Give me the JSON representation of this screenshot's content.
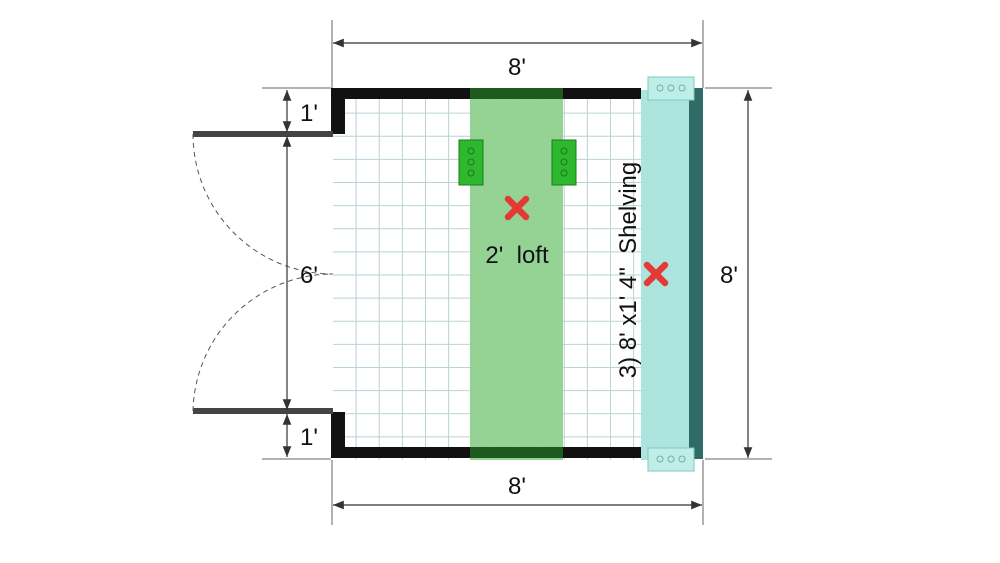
{
  "dimensions": {
    "top_width": "8'",
    "bottom_width": "8'",
    "right_height": "8'",
    "door_top_wall": "1'",
    "door_opening": "6'",
    "door_bottom_wall": "1'"
  },
  "labels": {
    "loft": "2'  loft",
    "shelving": "3) 8' x1' 4\"  Shelving"
  },
  "colors": {
    "wall": "#111111",
    "grid_line": "#b9d3d6",
    "loft_fill": "#8fd18f",
    "loft_wall": "#1e5a1e",
    "loft_bracket": "#2eb82e",
    "shelf_fill": "#a9e3dc",
    "shelf_wall": "#2f6b67",
    "marker": "#e53935",
    "dimension_line": "#333333"
  },
  "icons": {
    "marker": "x-mark-icon",
    "bracket": "bracket-icon"
  }
}
